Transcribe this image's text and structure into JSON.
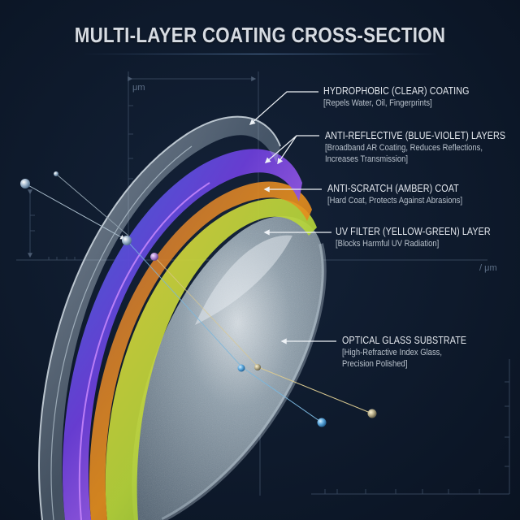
{
  "title": "MULTI-LAYER COATING CROSS-SECTION",
  "axis_units": {
    "top": "μm",
    "right": "/ μm"
  },
  "layers": [
    {
      "name": "HYDROPHOBIC (CLEAR) COATING",
      "description": "[Repels Water, Oil, Fingerprints]",
      "color": "#c9d6e0"
    },
    {
      "name": "ANTI-REFLECTIVE (BLUE-VIOLET) LAYERS",
      "description_line1": "[Broadband AR Coating, Reduces Reflections,",
      "description_line2": "Increases Transmission]",
      "color": "#6a3fd8"
    },
    {
      "name": "ANTI-SCRATCH (AMBER) COAT",
      "description": "[Hard Coat, Protects Against Abrasions]",
      "color": "#e8901e"
    },
    {
      "name": "UV FILTER (YELLOW-GREEN) LAYER",
      "description": "[Blocks Harmful UV Radiation]",
      "color": "#b8d63a"
    },
    {
      "name": "OPTICAL GLASS SUBSTRATE",
      "description_line1": "[High-Refractive Index Glass,",
      "description_line2": "Precision Polished]",
      "color": "#8a9aa8"
    }
  ],
  "colors": {
    "background": "#0e1a2c",
    "title": "#d6dbe2",
    "label": "#e4e8ee",
    "grid": "#3a4a60"
  }
}
